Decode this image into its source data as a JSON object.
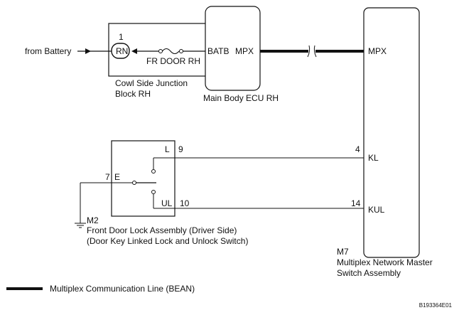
{
  "source": {
    "label": "from Battery"
  },
  "junction_block": {
    "pin": "1",
    "terminal": "RN",
    "fuse_label": "FR DOOR RH",
    "name_line1": "Cowl Side Junction",
    "name_line2": "Block RH"
  },
  "ecu": {
    "pin_batb": "BATB",
    "pin_mpx": "MPX",
    "name": "Main Body ECU RH"
  },
  "switch_assembly": {
    "pin_mpx": "MPX",
    "pin_kl_num": "4",
    "pin_kl": "KL",
    "pin_kul_num": "14",
    "pin_kul": "KUL",
    "connector": "M7",
    "name_line1": "Multiplex Network Master",
    "name_line2": "Switch Assembly"
  },
  "door_lock": {
    "pin_l": "L",
    "pin_l_num": "9",
    "pin_e_num": "7",
    "pin_e": "E",
    "pin_ul": "UL",
    "pin_ul_num": "10",
    "connector": "M2",
    "name_line1": "Front Door Lock Assembly (Driver Side)",
    "name_line2": "(Door Key Linked Lock and Unlock Switch)"
  },
  "legend": {
    "label": "Multiplex Communication Line (BEAN)"
  },
  "figure_id": "B193364E01"
}
